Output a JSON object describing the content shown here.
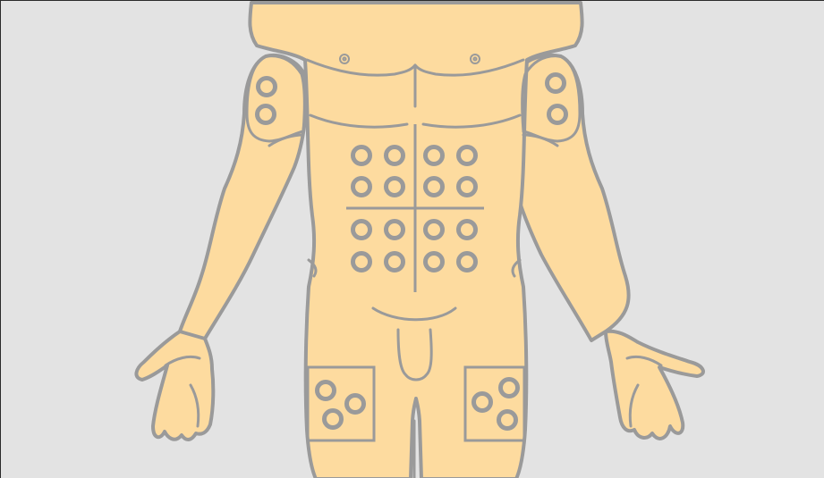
{
  "diagram": {
    "colors": {
      "background": "#e3e3e3",
      "skin": "#fddb9f",
      "outline": "#9a9a9a"
    },
    "zones": [
      {
        "id": "right-upper-arm",
        "site_count": 2
      },
      {
        "id": "left-upper-arm",
        "site_count": 2
      },
      {
        "id": "abdomen-upper-left",
        "site_count": 4
      },
      {
        "id": "abdomen-upper-right",
        "site_count": 4
      },
      {
        "id": "abdomen-lower-left",
        "site_count": 4
      },
      {
        "id": "abdomen-lower-right",
        "site_count": 4
      },
      {
        "id": "right-thigh",
        "site_count": 3
      },
      {
        "id": "left-thigh",
        "site_count": 3
      }
    ]
  }
}
